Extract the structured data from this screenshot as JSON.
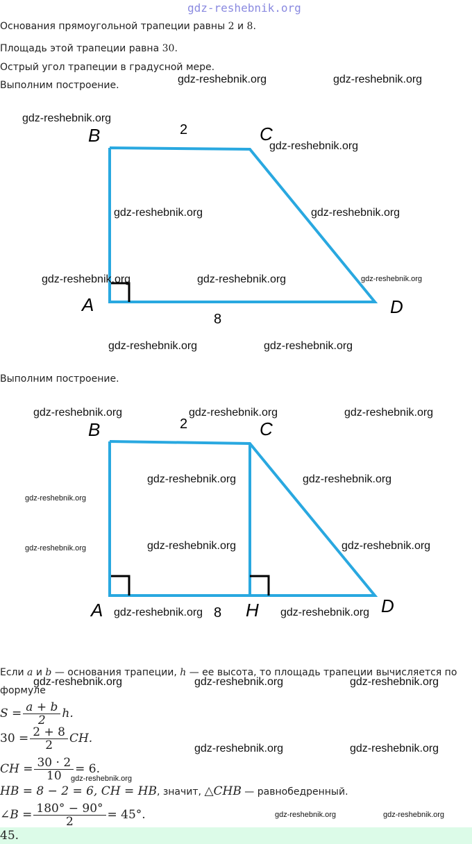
{
  "watermark": {
    "text": "gdz-reshebnik.org"
  },
  "problem": {
    "line1_a": "Основания прямоугольной трапеции равны ",
    "line1_b": "2",
    "line1_c": " и ",
    "line1_d": "8",
    "line1_e": ".",
    "line2_a": "Площадь этой трапеции равна ",
    "line2_b": "30",
    "line2_c": ".",
    "line3": "Острый угол трапеции в градусной мере.",
    "line4": "Выполним построение."
  },
  "figure1": {
    "labels": {
      "A": "A",
      "B": "B",
      "C": "C",
      "D": "D"
    },
    "top_base": "2",
    "bottom_base": "8",
    "line_color": "#29a8e0"
  },
  "construction2": "Выполним построение.",
  "figure2": {
    "labels": {
      "A": "A",
      "B": "B",
      "C": "C",
      "D": "D",
      "H": "H"
    },
    "top_base": "2",
    "bottom_base": "8"
  },
  "solution": {
    "intro_a": "Если ",
    "a": "a",
    "intro_b": " и ",
    "b": "b",
    "intro_c": " — основания трапеции, ",
    "h": "h",
    "intro_d": " — ее высота, то площадь трапеции вычисляется по",
    "intro_e": "формуле",
    "f1_left": "S =",
    "f1_num": "a + b",
    "f1_den": "2",
    "f1_right": "h.",
    "f2_left": "30 =",
    "f2_num": "2 + 8",
    "f2_den": "2",
    "f2_right": "CH.",
    "f3_left": "CH =",
    "f3_num": "30 · 2",
    "f3_den": "10",
    "f3_right": "= 6.",
    "f4_math": "HB = 8 − 2 = 6, CH = HB",
    "f4_text": ", значит, ",
    "f4_tri": "△CHB",
    "f4_end": " — равнобедренный.",
    "f5_left": "∠B =",
    "f5_num": "180° − 90°",
    "f5_den": "2",
    "f5_right": "= 45°."
  },
  "answer": "45."
}
